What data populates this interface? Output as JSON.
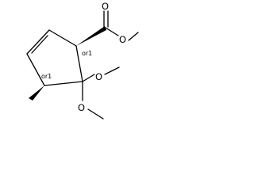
{
  "atoms": {
    "carbonyl_oxygen": "O",
    "ester_oxygen": "O",
    "methoxy_oxygen_1": "O",
    "methoxy_oxygen_2": "O"
  },
  "stereo": {
    "c1_descriptor": "or1",
    "c4_descriptor": "or1"
  }
}
